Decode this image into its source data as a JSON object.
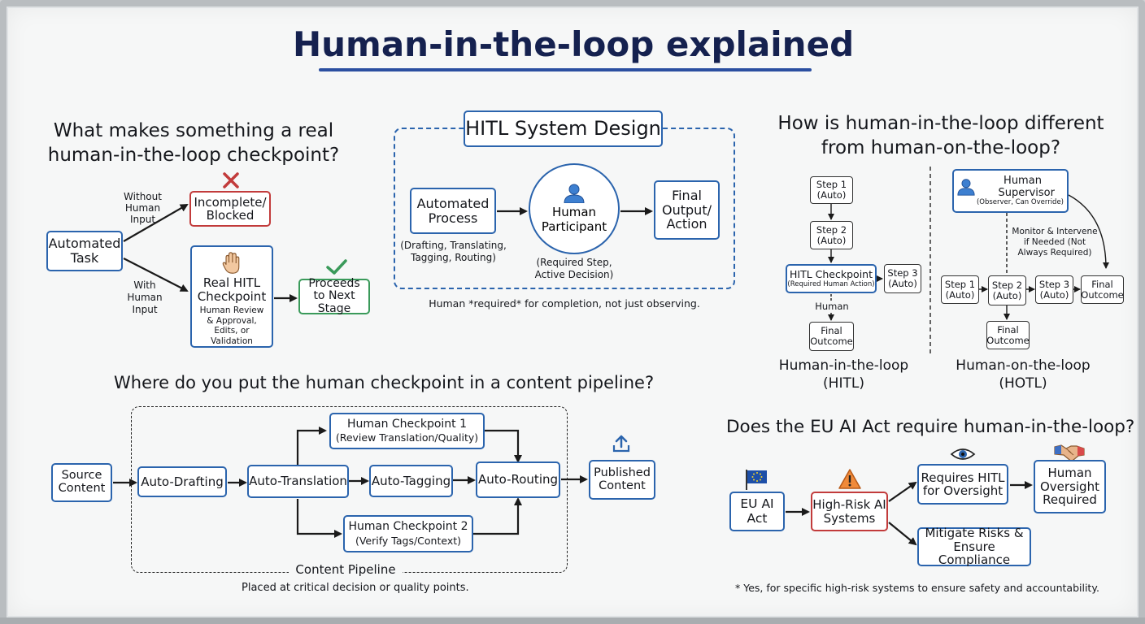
{
  "title": "Human-in-the-loop explained",
  "colors": {
    "blue": "#2b64ad",
    "red": "#c23b3b",
    "green": "#3a9a5a",
    "orange": "#e07b30",
    "navy": "#15214f"
  },
  "checkpoint": {
    "question_line1": "What makes something a real",
    "question_line2": "human-in-the-loop checkpoint?",
    "automated_task": "Automated Task",
    "without_label": "Without Human Input",
    "incomplete": "Incomplete/ Blocked",
    "with_label": "With Human Input",
    "real_hitl_title": "Real HITL Checkpoint",
    "real_hitl_sub": "Human Review & Approval, Edits, or Validation",
    "proceeds": "Proceeds to Next Stage",
    "icons": [
      "red-x-icon",
      "hand-icon",
      "green-check-icon"
    ]
  },
  "design": {
    "title": "HITL System Design",
    "automated_process": "Automated Process",
    "automated_sub": "(Drafting, Translating, Tagging, Routing)",
    "human_participant": "Human Participant",
    "human_sub": "(Required Step, Active Decision)",
    "final_output": "Final Output/ Action",
    "note": "Human *required* for completion, not just observing.",
    "icons": [
      "person-icon"
    ]
  },
  "difference": {
    "question_line1": "How is human-in-the-loop different",
    "question_line2": "from human-on-the-loop?",
    "hitl": {
      "step1": "Step 1 (Auto)",
      "step2": "Step 2 (Auto)",
      "checkpoint_title": "HITL Checkpoint",
      "checkpoint_sub": "(Required Human Action)",
      "step3": "Step 3 (Auto)",
      "human_label": "Human",
      "final": "Final Outcome",
      "caption_line1": "Human-in-the-loop",
      "caption_line2": "(HITL)"
    },
    "hotl": {
      "supervisor_title": "Human Supervisor",
      "supervisor_sub": "(Observer, Can Override)",
      "monitor": "Monitor & Intervene if Needed (Not Always Required)",
      "step1": "Step 1 (Auto)",
      "step2": "Step 2 (Auto)",
      "step3": "Step 3 (Auto)",
      "final_right": "Final Outcome",
      "final_below": "Final Outcome",
      "caption_line1": "Human-on-the-loop",
      "caption_line2": "(HOTL)",
      "icons": [
        "person-icon"
      ]
    }
  },
  "pipeline": {
    "question": "Where do you put the human checkpoint in a content pipeline?",
    "source": "Source Content",
    "drafting": "Auto-Drafting",
    "translation": "Auto-Translation",
    "tagging": "Auto-Tagging",
    "routing": "Auto-Routing",
    "cp1_title": "Human Checkpoint 1",
    "cp1_sub": "(Review Translation/Quality)",
    "cp2_title": "Human Checkpoint 2",
    "cp2_sub": "(Verify Tags/Context)",
    "published": "Published Content",
    "frame_label": "Content Pipeline",
    "note": "Placed at critical decision or quality points.",
    "icons": [
      "upload-icon"
    ]
  },
  "euact": {
    "question": "Does the EU AI Act require human-in-the-loop?",
    "eu_act": "EU AI Act",
    "high_risk": "High-Risk AI Systems",
    "requires_hitl": "Requires HITL for Oversight",
    "human_oversight": "Human Oversight Required",
    "mitigate": "Mitigate Risks & Ensure Compliance",
    "footnote": "* Yes, for specific high-risk systems to ensure safety and accountability.",
    "icons": [
      "eu-flag-icon",
      "warning-icon",
      "eye-icon",
      "handshake-icon"
    ]
  }
}
